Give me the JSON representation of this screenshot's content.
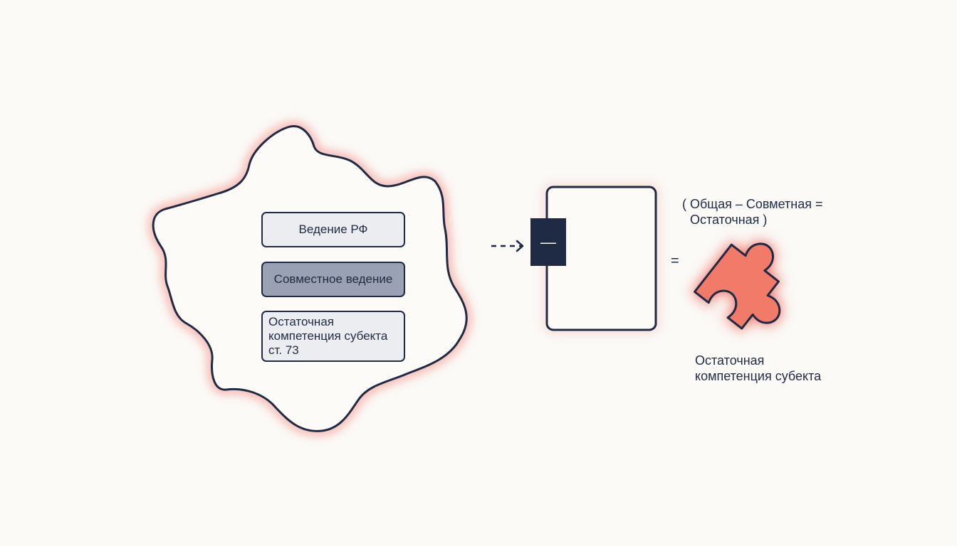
{
  "colors": {
    "background": "#fbfaf7",
    "outline": "#1f2a44",
    "glow": "#f26b5e",
    "box_light": "#ecedf1",
    "box_dark": "#9aa1b5",
    "puzzle": "#f27a68"
  },
  "left_region": {
    "box_federal": "Ведение РФ",
    "box_joint": "Совместное ведение",
    "box_residual": {
      "line1": "Остаточная",
      "line2": "компетенция субекта",
      "line3": "ст. 73"
    }
  },
  "subtraction": {
    "minus_symbol": "—",
    "icon": "dashed-arrow-icon"
  },
  "equals_symbol": "=",
  "formula": {
    "line1": "( Общая – Совметная =",
    "line2": "Остаточная )"
  },
  "result": {
    "icon": "puzzle-piece-icon",
    "line1": "Остаточная",
    "line2": "компетенция субекта"
  }
}
